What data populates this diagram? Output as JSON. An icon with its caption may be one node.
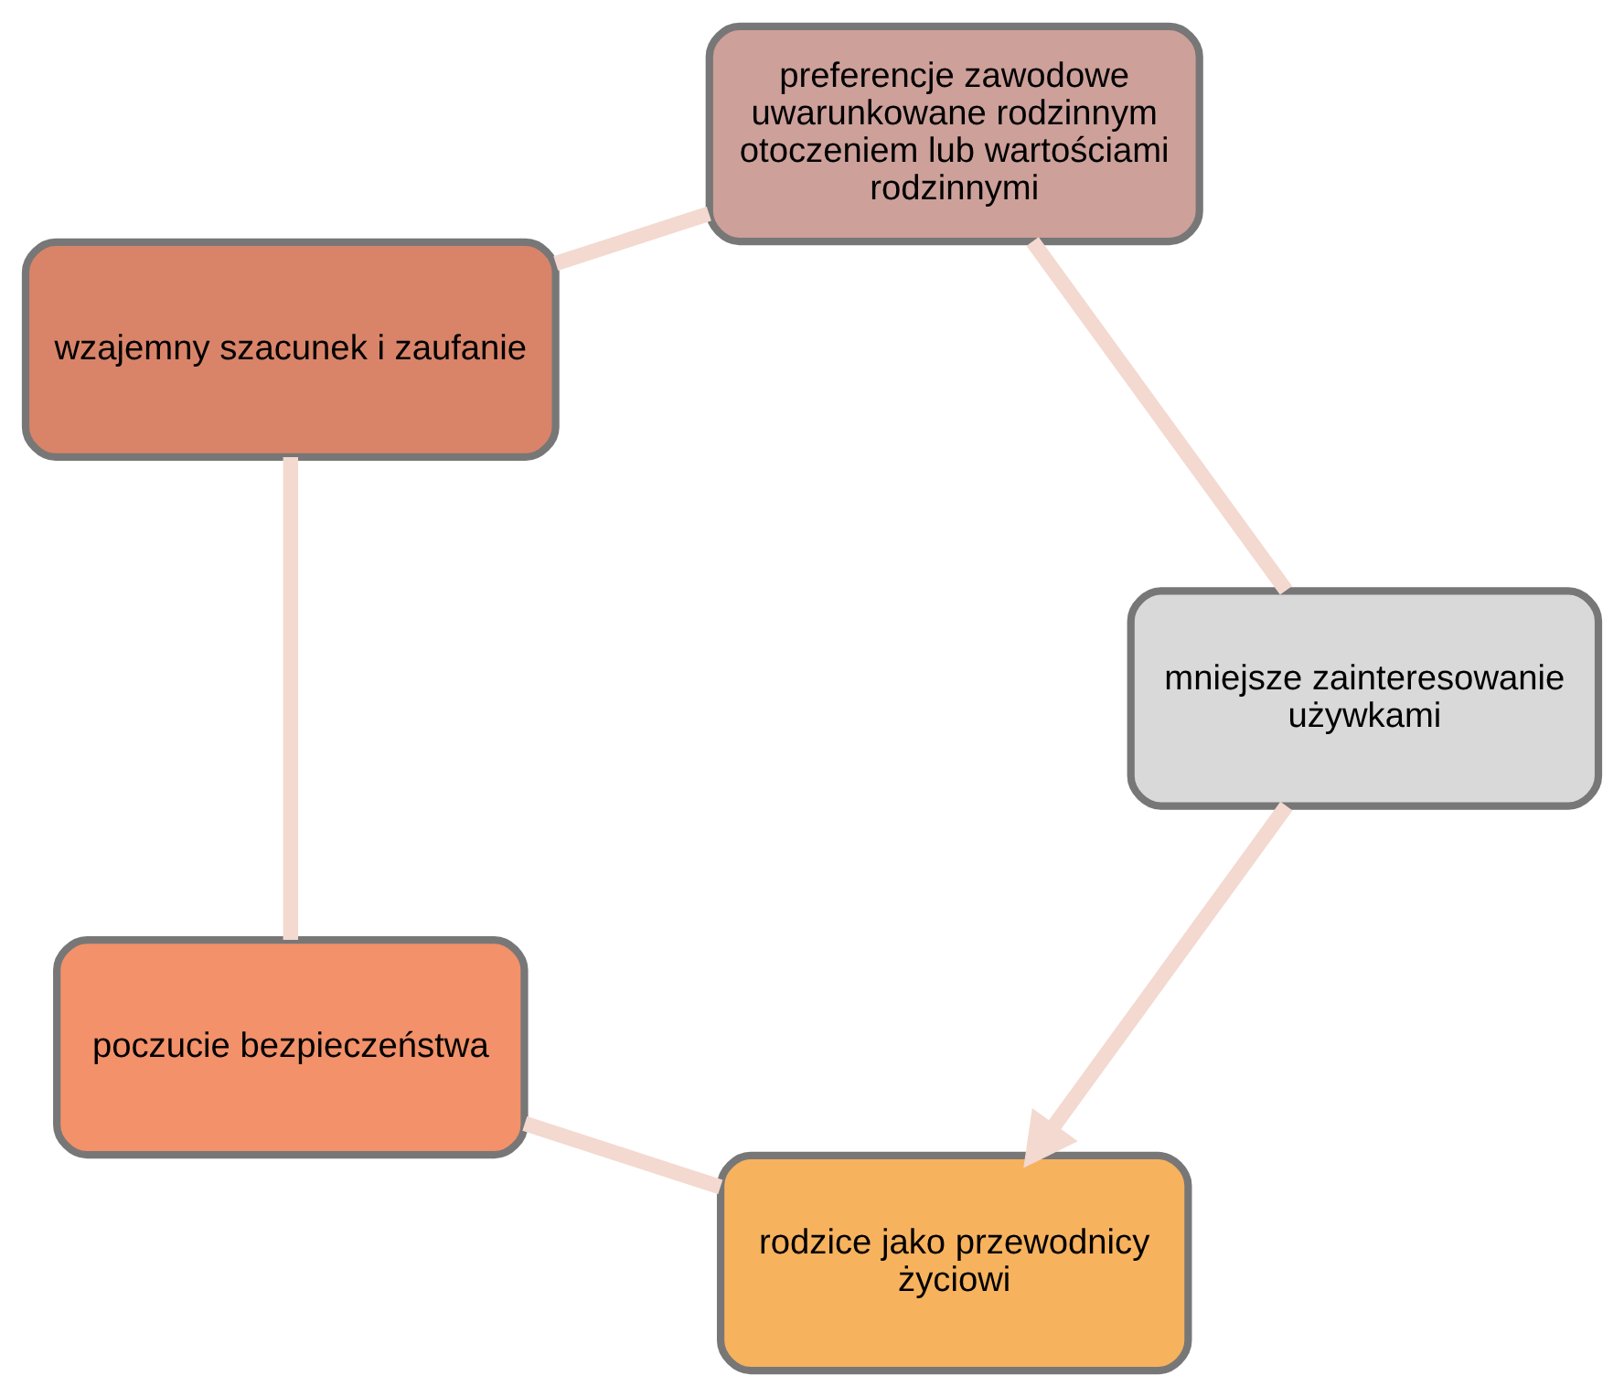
{
  "diagram": {
    "nodes": [
      {
        "text": [
          "rodzice jako przewodnicy życiowi"
        ]
      },
      {
        "text": [
          "poczucie bezpieczeństwa"
        ]
      },
      {
        "text": [
          "wzajemny szacunek i zaufanie"
        ]
      },
      {
        "text": [
          "preferencje zawodowe uwarunkowane rodzinnym otoczeniem lub wartościami rodzinnymi"
        ]
      },
      {
        "text": [
          "mniejsze zainteresowanie używkami"
        ]
      }
    ],
    "edges": [
      {
        "from": 0,
        "to": 1,
        "arrow": "none"
      },
      {
        "from": 1,
        "to": 2,
        "arrow": "none"
      },
      {
        "from": 2,
        "to": 3,
        "arrow": "none"
      },
      {
        "from": 3,
        "to": 4,
        "arrow": "none"
      },
      {
        "from": 4,
        "to": 0,
        "arrow": "to"
      }
    ]
  }
}
